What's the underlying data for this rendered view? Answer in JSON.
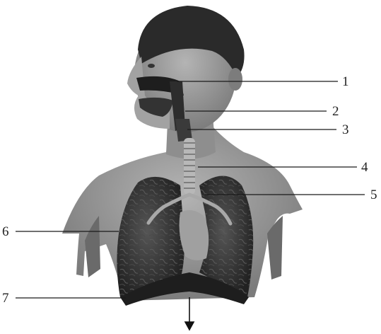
{
  "labels": {
    "l1": "1",
    "l2": "2",
    "l3": "3",
    "l4": "4",
    "l5": "5",
    "l6": "6",
    "l7": "7"
  },
  "colors": {
    "skin": "#9a9a9a",
    "skin_dark": "#6e6e6e",
    "hair": "#2a2a2a",
    "lung": "#3c3c3c",
    "lung_dark": "#242424",
    "airway": "#bdbdbd",
    "line": "#1a1a1a"
  }
}
